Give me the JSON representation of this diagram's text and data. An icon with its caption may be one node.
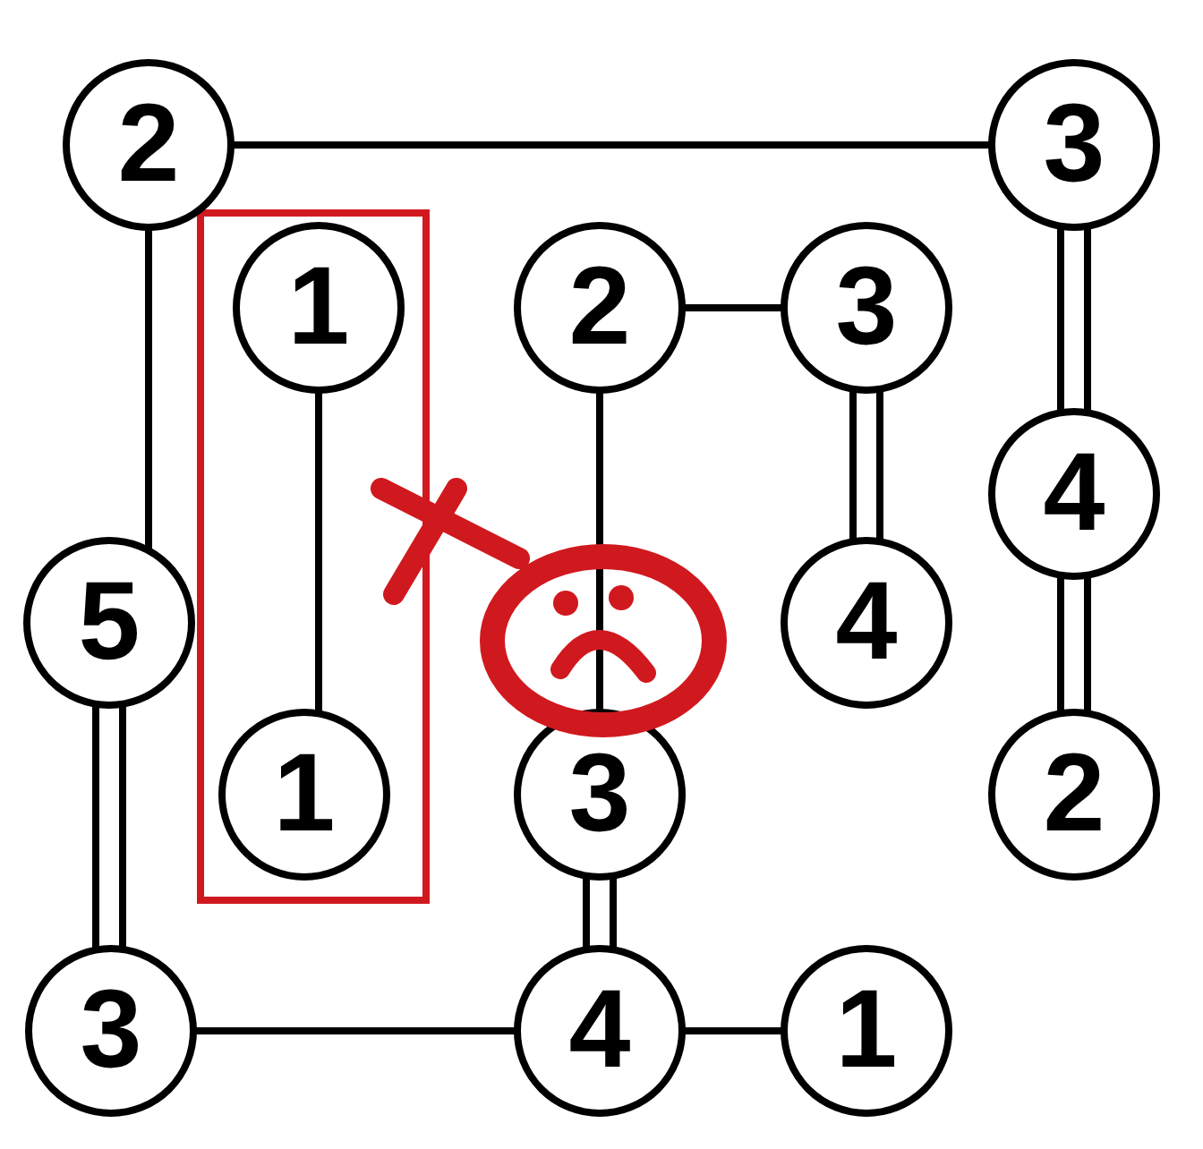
{
  "diagram": {
    "nodes": [
      {
        "text": [
          "2"
        ]
      },
      {
        "text": [
          "3"
        ]
      },
      {
        "text": [],
        "shape": "box"
      },
      {
        "text": [
          "1"
        ],
        "in": 2
      },
      {
        "text": [
          "2"
        ]
      },
      {
        "text": [
          "3"
        ]
      },
      {
        "text": [
          "4"
        ]
      },
      {
        "text": [
          "5"
        ]
      },
      {
        "text": [
          "4"
        ]
      },
      {
        "text": [
          "1"
        ],
        "in": 2
      },
      {
        "text": [
          "3"
        ]
      },
      {
        "text": [
          "2"
        ]
      },
      {
        "text": [
          "3"
        ]
      },
      {
        "text": [
          "4"
        ]
      },
      {
        "text": [
          "1"
        ]
      }
    ],
    "edges": [
      {
        "from": 0,
        "to": 1,
        "arrow": "none"
      },
      {
        "from": 0,
        "to": 7,
        "arrow": "none"
      },
      {
        "from": 1,
        "to": 6,
        "arrow": "none"
      },
      {
        "from": 1,
        "to": 6,
        "arrow": "none"
      },
      {
        "from": 3,
        "to": 9,
        "arrow": "none"
      },
      {
        "from": 4,
        "to": 5,
        "arrow": "none"
      },
      {
        "from": 4,
        "to": 10,
        "arrow": "none"
      },
      {
        "from": 5,
        "to": 8,
        "arrow": "none"
      },
      {
        "from": 5,
        "to": 8,
        "arrow": "none"
      },
      {
        "from": 6,
        "to": 11,
        "arrow": "none"
      },
      {
        "from": 6,
        "to": 11,
        "arrow": "none"
      },
      {
        "from": 7,
        "to": 12,
        "arrow": "none"
      },
      {
        "from": 7,
        "to": 12,
        "arrow": "none"
      },
      {
        "from": 10,
        "to": 13,
        "arrow": "none"
      },
      {
        "from": 10,
        "to": 13,
        "arrow": "none"
      },
      {
        "from": 12,
        "to": 13,
        "arrow": "none"
      },
      {
        "from": 13,
        "to": 14,
        "arrow": "none"
      }
    ]
  }
}
